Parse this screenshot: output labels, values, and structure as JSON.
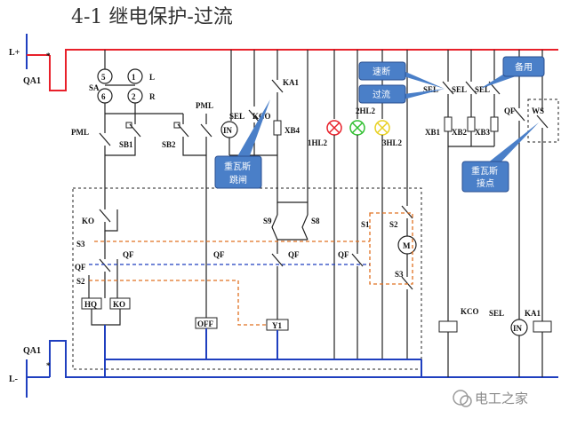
{
  "title": "4-1   继电保护-过流",
  "rails": {
    "positive": "L+",
    "negative": "L-"
  },
  "breakers": {
    "top": "QA1",
    "bottom": "QA1"
  },
  "selector": {
    "label": "SA",
    "positions": [
      "5",
      "1",
      "6",
      "2"
    ],
    "position_labels": [
      "L",
      "R"
    ]
  },
  "components": {
    "pml_left": "PML",
    "pml_right": "PML",
    "sb1": "SB1",
    "sb2": "SB2",
    "sel1": "SEL",
    "kco": "KCO",
    "in_meter": "IN",
    "ka1": "KA1",
    "xb4": "XB4",
    "hl1": "1HL2",
    "hl2": "2HL2",
    "hl3": "3HL2",
    "sel_a": "SEL",
    "sel_b": "SEL",
    "sel_c": "SEL",
    "xb1": "XB1",
    "xb2": "XB2",
    "xb3": "XB3",
    "qf_top": "QF",
    "ws": "WS",
    "ko_label": "KO",
    "s3": "S3",
    "qf_a": "QF",
    "s2": "S2",
    "qf_b": "QF",
    "qf_c": "QF",
    "qf_d": "QF",
    "qf_e": "QF",
    "s9": "S9",
    "s8": "S8",
    "s1": "S1",
    "s2b": "S2",
    "s3b": "S3",
    "motor": "M",
    "hq": "HQ",
    "ko_box": "KO",
    "off": "OFF",
    "y1": "Y1",
    "kco_bottom": "KCO",
    "sel_bottom": "SEL",
    "ka1_bottom": "KA1",
    "in_bottom": "IN"
  },
  "callouts": {
    "quick_break": "速断",
    "overcurrent": "过流",
    "standby": "备用",
    "gas_trip_1": "重瓦斯",
    "gas_trip_2": "跳闸",
    "gas_contact_1": "重瓦斯",
    "gas_contact_2": "接点"
  },
  "watermark": "电工之家",
  "colors": {
    "positive_rail": "#e8202a",
    "negative_rail": "#1f3fbf",
    "callout_fill": "#4a7fc8",
    "lamp_red": "#e8202a",
    "lamp_green": "#2fbf2f",
    "lamp_yellow": "#e8d020",
    "dashed_orange": "#e07020"
  }
}
